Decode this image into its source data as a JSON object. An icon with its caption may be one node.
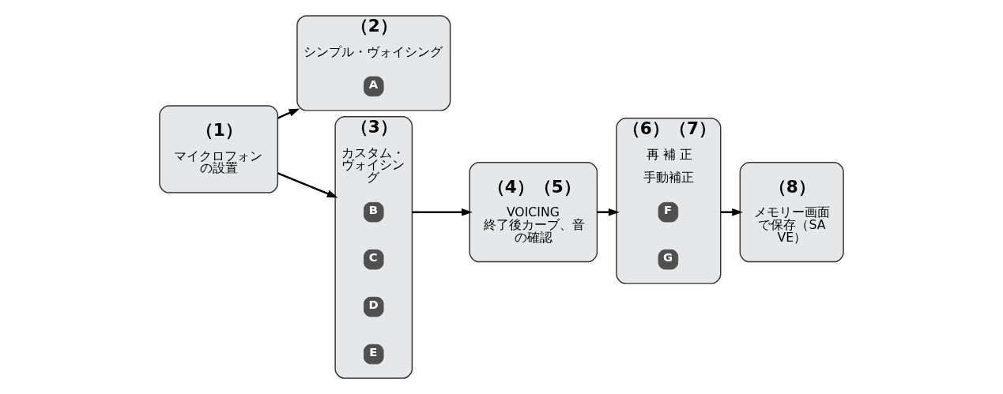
{
  "diagram": {
    "nodes": [
      {
        "text": [
          "（1）",
          "マイクロフォンの設置"
        ]
      },
      {
        "text": [
          "（2）",
          "シンプル・ヴォイシング"
        ]
      },
      {
        "text": [
          "A"
        ],
        "in": 1
      },
      {
        "text": [
          "（3）",
          "カスタム・ヴォイシング"
        ]
      },
      {
        "text": [
          "B"
        ],
        "in": 3
      },
      {
        "text": [
          "C"
        ],
        "in": 3
      },
      {
        "text": [
          "D"
        ],
        "in": 3
      },
      {
        "text": [
          "E"
        ],
        "in": 3
      },
      {
        "text": [
          "（4）（5）",
          "VOICING 終了後カーブ、音の確認"
        ]
      },
      {
        "text": [
          "（6）（7）",
          "再 補 正",
          "手動補正"
        ]
      },
      {
        "text": [
          "F"
        ],
        "in": 9
      },
      {
        "text": [
          "G"
        ],
        "in": 9
      },
      {
        "text": [
          "（8）",
          "メモリー画面で保存（SAVE）"
        ]
      }
    ],
    "edges": [
      {
        "from": 0,
        "to": 1,
        "arrow": "to"
      },
      {
        "from": 0,
        "to": 3,
        "arrow": "to"
      },
      {
        "from": 3,
        "to": 8,
        "arrow": "to"
      },
      {
        "from": 8,
        "to": 9,
        "arrow": "to"
      },
      {
        "from": 9,
        "to": 12,
        "arrow": "to"
      }
    ]
  }
}
